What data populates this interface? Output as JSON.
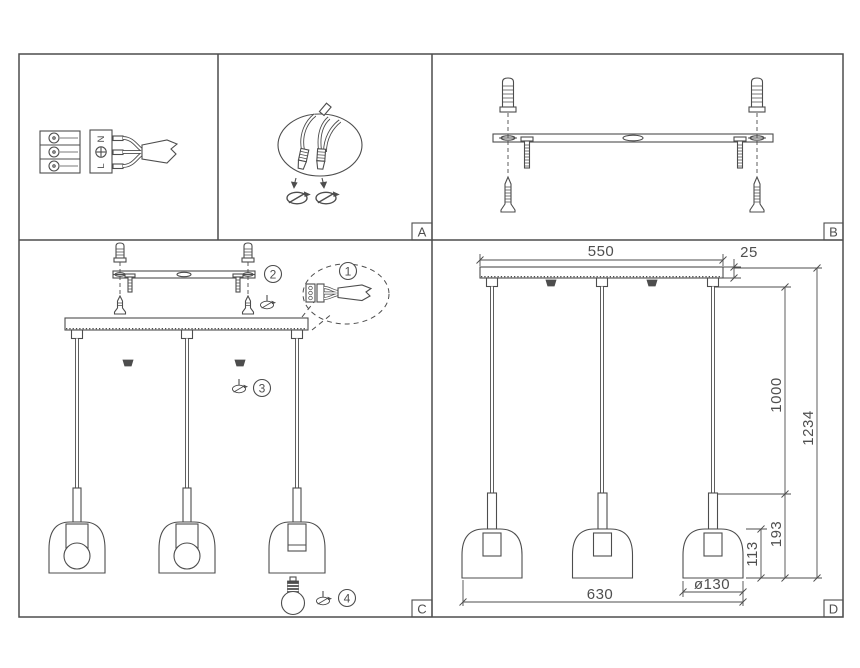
{
  "colors": {
    "line": "#4d4d4d",
    "text": "#4f4f4f",
    "background": "#ffffff"
  },
  "panels": {
    "a": {
      "label": "A",
      "terminal_n": "N",
      "terminal_l": "L"
    },
    "b": {
      "label": "B"
    },
    "c": {
      "label": "C",
      "step1": "1",
      "step2": "2",
      "step3": "3",
      "step4": "4"
    },
    "d": {
      "label": "D",
      "dim_width": "550",
      "dim_canopy_height": "25",
      "dim_cord_length": "1000",
      "dim_total_height": "1234",
      "dim_shade_drop": "193",
      "dim_shade_height": "113",
      "dim_shade_diameter": "ø130",
      "dim_lamp_span": "630"
    }
  }
}
